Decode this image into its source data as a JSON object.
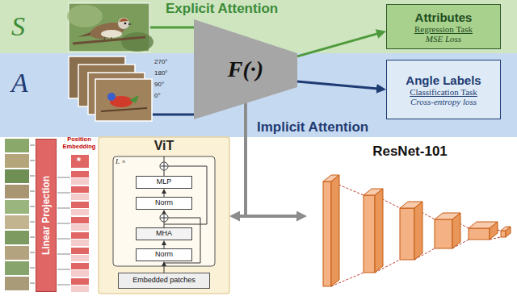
{
  "diagram": {
    "nodes": [
      {
        "text": [
          "Explicit Attention"
        ]
      },
      {
        "text": [
          "Attributes",
          "Regression Task",
          "MSE Loss"
        ],
        "in": 0
      },
      {
        "text": [
          "F(·)"
        ]
      },
      {
        "text": [
          "Implicit Attention"
        ]
      },
      {
        "text": [
          "Angle Labels",
          "Classification Task",
          "Cross-entropy loss"
        ],
        "in": 3
      },
      {
        "text": [
          "Linear Projection"
        ]
      },
      {
        "text": [
          "ViT"
        ]
      },
      {
        "text": [
          "L ×"
        ],
        "in": 6
      },
      {
        "text": [
          "MLP"
        ],
        "in": 7
      },
      {
        "text": [
          "Norm"
        ],
        "in": 7
      },
      {
        "text": [
          "MHA"
        ],
        "in": 7
      },
      {
        "text": [
          "Norm"
        ],
        "in": 7
      },
      {
        "text": [
          "Embedded patches"
        ],
        "in": 6
      },
      {
        "text": [
          "ResNet-101"
        ]
      }
    ],
    "edges": [
      {
        "from": 2,
        "to": 1,
        "arrow": "to"
      },
      {
        "from": 2,
        "to": 4,
        "arrow": "to"
      },
      {
        "from": 2,
        "to": 6,
        "arrow": "to"
      },
      {
        "from": 2,
        "to": 13,
        "arrow": "to"
      },
      {
        "from": 12,
        "to": 11,
        "arrow": "to"
      },
      {
        "from": 11,
        "to": 10,
        "arrow": "to"
      },
      {
        "from": 10,
        "to": 9,
        "arrow": "to"
      },
      {
        "from": 9,
        "to": 8,
        "arrow": "to"
      }
    ],
    "labels": [
      "S",
      "270°",
      "180°",
      "90°",
      "0°",
      "A",
      "Position Embedding",
      "*"
    ]
  }
}
